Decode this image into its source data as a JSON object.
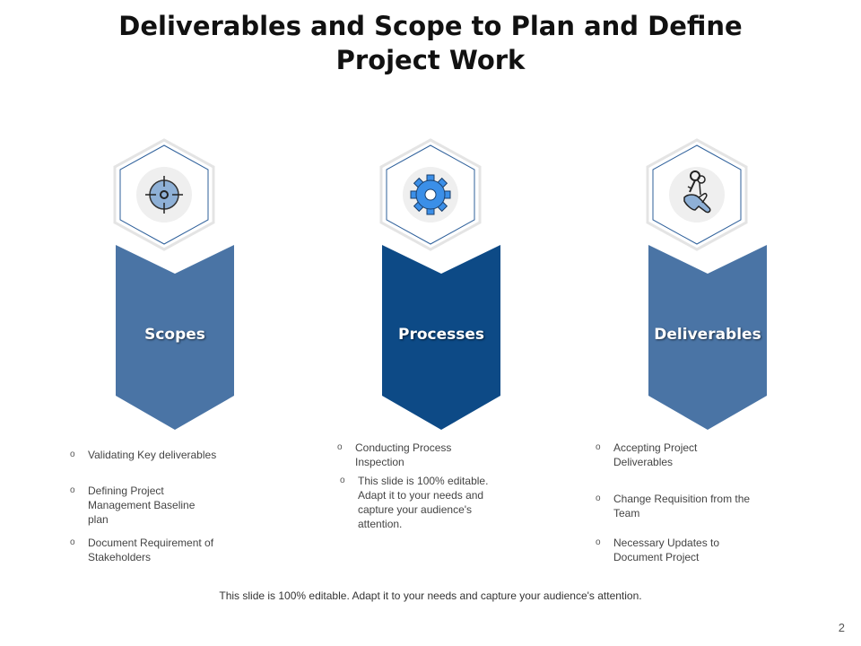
{
  "slide": {
    "title_line1": "Deliverables and Scope to Plan and Define",
    "title_line2": "Project Work",
    "footer": "This slide is 100% editable. Adapt it to your needs and capture your audience's attention.",
    "page_number": "2"
  },
  "colors": {
    "banner_light": "#4a74a5",
    "banner_dark": "#0d4a86",
    "hex_outline": "#2d5f9a",
    "icon_blue": "#3b8fe8"
  },
  "columns": [
    {
      "icon": "target-icon",
      "label": "Scopes",
      "bullets": [
        "Validating Key deliverables",
        "Defining Project Management Baseline plan",
        "Document Requirement of Stakeholders"
      ]
    },
    {
      "icon": "gear-icon",
      "label": "Processes",
      "bullets": [
        "Conducting Process Inspection",
        "This slide is 100% editable. Adapt it to your needs and capture your audience's attention."
      ]
    },
    {
      "icon": "hand-keys-icon",
      "label": "Deliverables",
      "bullets": [
        "Accepting Project Deliverables",
        "Change Requisition from the Team",
        "Necessary Updates to Document Project"
      ]
    }
  ]
}
